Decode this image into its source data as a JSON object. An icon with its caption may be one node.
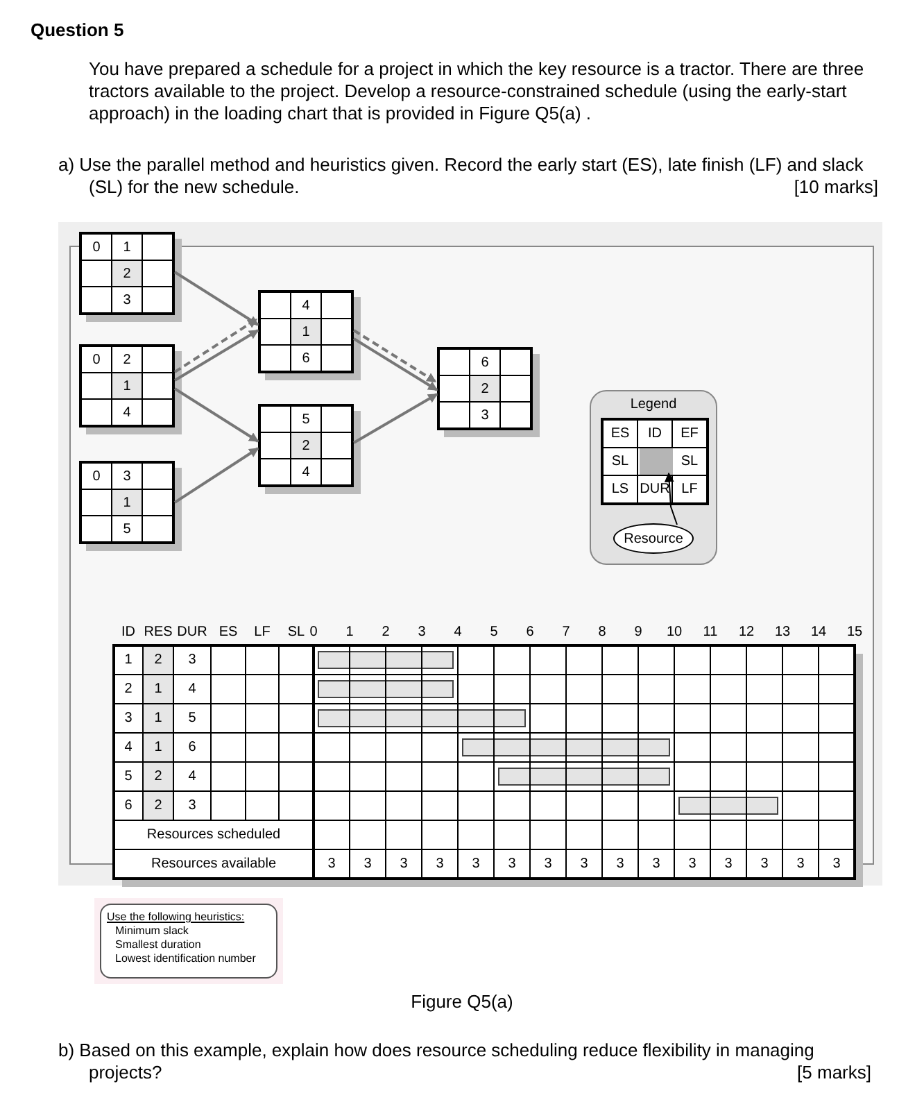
{
  "diagram": {
    "title": "Question 5",
    "caption": "Figure Q5(a)",
    "nodes": [
      {
        "text": [
          "0",
          "1",
          "2",
          "3"
        ]
      },
      {
        "text": [
          "0",
          "2",
          "1",
          "4"
        ]
      },
      {
        "text": [
          "0",
          "3",
          "1",
          "5"
        ]
      },
      {
        "text": [
          "4",
          "1",
          "6"
        ]
      },
      {
        "text": [
          "5",
          "2",
          "4"
        ]
      },
      {
        "text": [
          "6",
          "2",
          "3"
        ]
      },
      {
        "text": [
          "Legend"
        ]
      },
      {
        "text": [
          "ES",
          "ID",
          "EF",
          "SL",
          "SL",
          "LS",
          "DUR",
          "LF"
        ],
        "in": 6
      },
      {
        "text": [],
        "shape": "box",
        "in": 7
      },
      {
        "text": [
          "Resource"
        ],
        "in": 6
      },
      {
        "text": [
          "Use the following heuristics:",
          "Minimum slack",
          "Smallest duration",
          "Lowest identification number"
        ]
      },
      {
        "text": [],
        "shape": "bar"
      },
      {
        "text": [],
        "shape": "bar"
      },
      {
        "text": [],
        "shape": "bar"
      },
      {
        "text": [],
        "shape": "bar"
      },
      {
        "text": [],
        "shape": "bar"
      },
      {
        "text": [],
        "shape": "bar"
      }
    ],
    "edges": [
      {
        "from": 0,
        "to": 3,
        "arrow": "to"
      },
      {
        "from": 1,
        "to": 3,
        "arrow": "to"
      },
      {
        "from": 1,
        "to": 3,
        "arrow": "to",
        "style": "dashed"
      },
      {
        "from": 1,
        "to": 4,
        "arrow": "to"
      },
      {
        "from": 2,
        "to": 4,
        "arrow": "to"
      },
      {
        "from": 3,
        "to": 5,
        "arrow": "to"
      },
      {
        "from": 3,
        "to": 5,
        "arrow": "to",
        "style": "dashed"
      },
      {
        "from": 4,
        "to": 5,
        "arrow": "to"
      },
      {
        "from": 9,
        "to": 8,
        "arrow": "to",
        "color": "#000000"
      }
    ],
    "labels": [
      "You have prepared a schedule for a project in which the key resource is a tractor. There are three tractors available to the project. Develop a resource-constrained schedule (using the early-start approach) in the loading chart that is provided in Figure Q5(a) .",
      "a) Use the parallel method and heuristics given. Record the early start (ES), late finish (LF) and slack (SL) for the new schedule.",
      "[10 marks]",
      "ID",
      "RES",
      "DUR",
      "ES",
      "LF",
      "SL",
      "0",
      "1",
      "2",
      "3",
      "4",
      "5",
      "6",
      "7",
      "8",
      "9",
      "10",
      "11",
      "12",
      "13",
      "14",
      "15",
      "1",
      "2",
      "3",
      "2",
      "1",
      "4",
      "3",
      "1",
      "5",
      "4",
      "1",
      "6",
      "5",
      "2",
      "4",
      "6",
      "2",
      "3",
      "Resources scheduled",
      "Resources available",
      "3",
      "3",
      "3",
      "3",
      "3",
      "3",
      "3",
      "3",
      "3",
      "3",
      "3",
      "3",
      "3",
      "3",
      "3",
      "b) Based on this example, explain how does resource scheduling reduce flexibility in managing projects?",
      "[5 marks]"
    ]
  }
}
